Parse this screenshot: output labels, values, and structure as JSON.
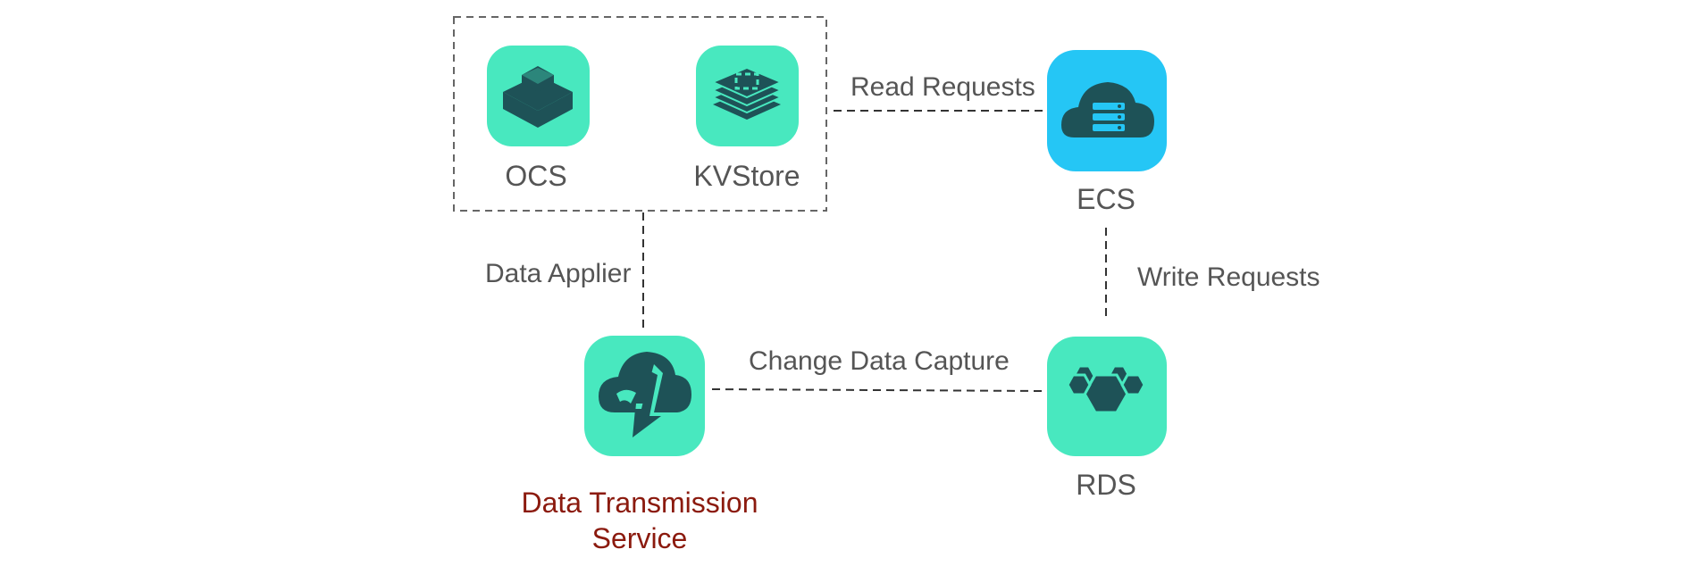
{
  "nodes": {
    "ocs": {
      "label": "OCS",
      "color": "#48e8bf",
      "icon": "ocs-icon"
    },
    "kvstore": {
      "label": "KVStore",
      "color": "#48e8bf",
      "icon": "kvstore-icon"
    },
    "ecs": {
      "label": "ECS",
      "color": "#25c6f5",
      "icon": "ecs-cloud-server-icon"
    },
    "dts": {
      "label_line1": "Data Transmission",
      "label_line2": "Service",
      "color": "#48e8bf",
      "icon": "dts-cloud-bolt-icon"
    },
    "rds": {
      "label": "RDS",
      "color": "#48e8bf",
      "icon": "rds-hexagons-icon"
    }
  },
  "edges": {
    "read_requests": "Read Requests",
    "write_requests": "Write Requests",
    "data_applier": "Data Applier",
    "change_data_capture": "Change Data Capture"
  },
  "colors": {
    "icon_dark": "#1e5257",
    "label_gray": "#555555",
    "dts_label": "#8b1a0e"
  }
}
